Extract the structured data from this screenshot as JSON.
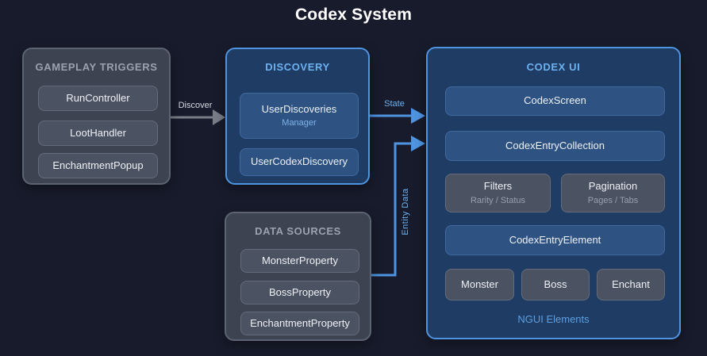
{
  "title": "Codex System",
  "colors": {
    "background": "#181b2b",
    "gray_box_bg": "#3d4350",
    "gray_box_border": "#5c6372",
    "gray_item_bg": "#4b5261",
    "blue_box_bg": "#1f3c64",
    "blue_border": "#4e94e0",
    "blue_item_bg": "#2e5282",
    "accent_text": "#6db2f0",
    "gray_arrow": "#787e88",
    "blue_arrow": "#4e94e0"
  },
  "groups": {
    "gameplay_triggers": {
      "title": "GAMEPLAY TRIGGERS",
      "items": [
        {
          "label": "RunController"
        },
        {
          "label": "LootHandler"
        },
        {
          "label": "EnchantmentPopup"
        }
      ]
    },
    "discovery": {
      "title": "DISCOVERY",
      "items": [
        {
          "label": "UserDiscoveries",
          "sublabel": "Manager"
        },
        {
          "label": "UserCodexDiscovery"
        }
      ]
    },
    "data_sources": {
      "title": "DATA SOURCES",
      "items": [
        {
          "label": "MonsterProperty"
        },
        {
          "label": "BossProperty"
        },
        {
          "label": "EnchantmentProperty"
        }
      ]
    },
    "codex_ui": {
      "title": "CODEX UI",
      "items": [
        {
          "label": "CodexScreen"
        },
        {
          "label": "CodexEntryCollection"
        },
        {
          "label": "Filters",
          "sublabel": "Rarity / Status"
        },
        {
          "label": "Pagination",
          "sublabel": "Pages / Tabs"
        },
        {
          "label": "CodexEntryElement"
        },
        {
          "label": "Monster"
        },
        {
          "label": "Boss"
        },
        {
          "label": "Enchant"
        }
      ],
      "footer": "NGUI Elements"
    }
  },
  "edges": [
    {
      "label": "Discover",
      "from": "GAMEPLAY TRIGGERS",
      "to": "DISCOVERY"
    },
    {
      "label": "State",
      "from": "DISCOVERY",
      "to": "CODEX UI"
    },
    {
      "label": "Entity Data",
      "from": "DATA SOURCES",
      "to": "CODEX UI"
    }
  ]
}
